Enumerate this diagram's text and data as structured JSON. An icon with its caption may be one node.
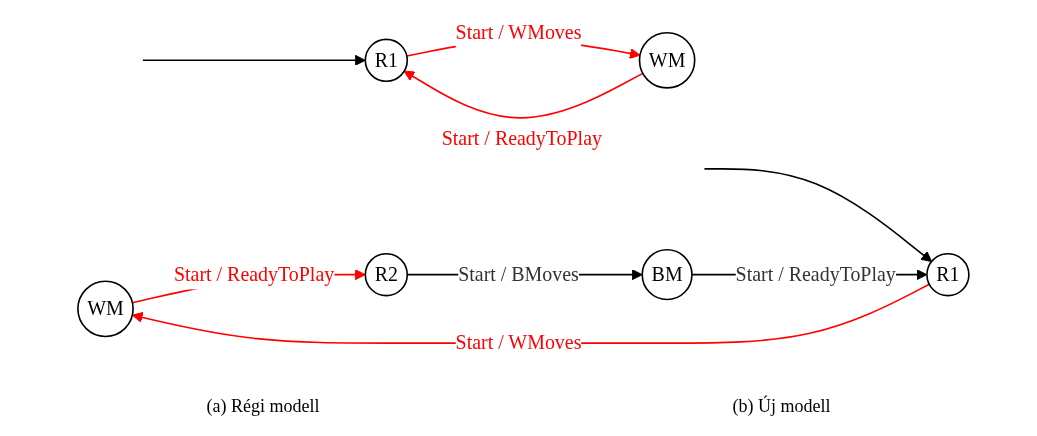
{
  "diagram": {
    "nodes": [
      {
        "text": [
          "R1"
        ]
      },
      {
        "text": [
          "WM"
        ]
      },
      {
        "text": [
          "WM"
        ]
      },
      {
        "text": [
          "R1"
        ]
      },
      {
        "text": [
          "R2"
        ]
      },
      {
        "text": [
          "BM"
        ]
      }
    ],
    "edges": [
      {
        "from": null,
        "to": 0,
        "arrow": "to"
      },
      {
        "from": 0,
        "to": 1,
        "arrow": "to",
        "label": "Start / WMoves",
        "color": "#ff0000"
      },
      {
        "from": 1,
        "to": 0,
        "arrow": "to",
        "label": "Start / ReadyToPlay",
        "color": "#ff0000"
      },
      {
        "from": null,
        "to": 3,
        "arrow": "to"
      },
      {
        "from": 3,
        "to": 2,
        "arrow": "to",
        "label": "Start / WMoves",
        "color": "#ff0000"
      },
      {
        "from": 2,
        "to": 4,
        "arrow": "to",
        "label": "Start / ReadyToPlay",
        "color": "#ff0000"
      },
      {
        "from": 4,
        "to": 5,
        "arrow": "to",
        "label": "Start / BMoves"
      },
      {
        "from": 5,
        "to": 3,
        "arrow": "to",
        "label": "Start / ReadyToPlay"
      }
    ],
    "labels": [
      "(a) Régi modell",
      "(b) Új modell"
    ]
  }
}
